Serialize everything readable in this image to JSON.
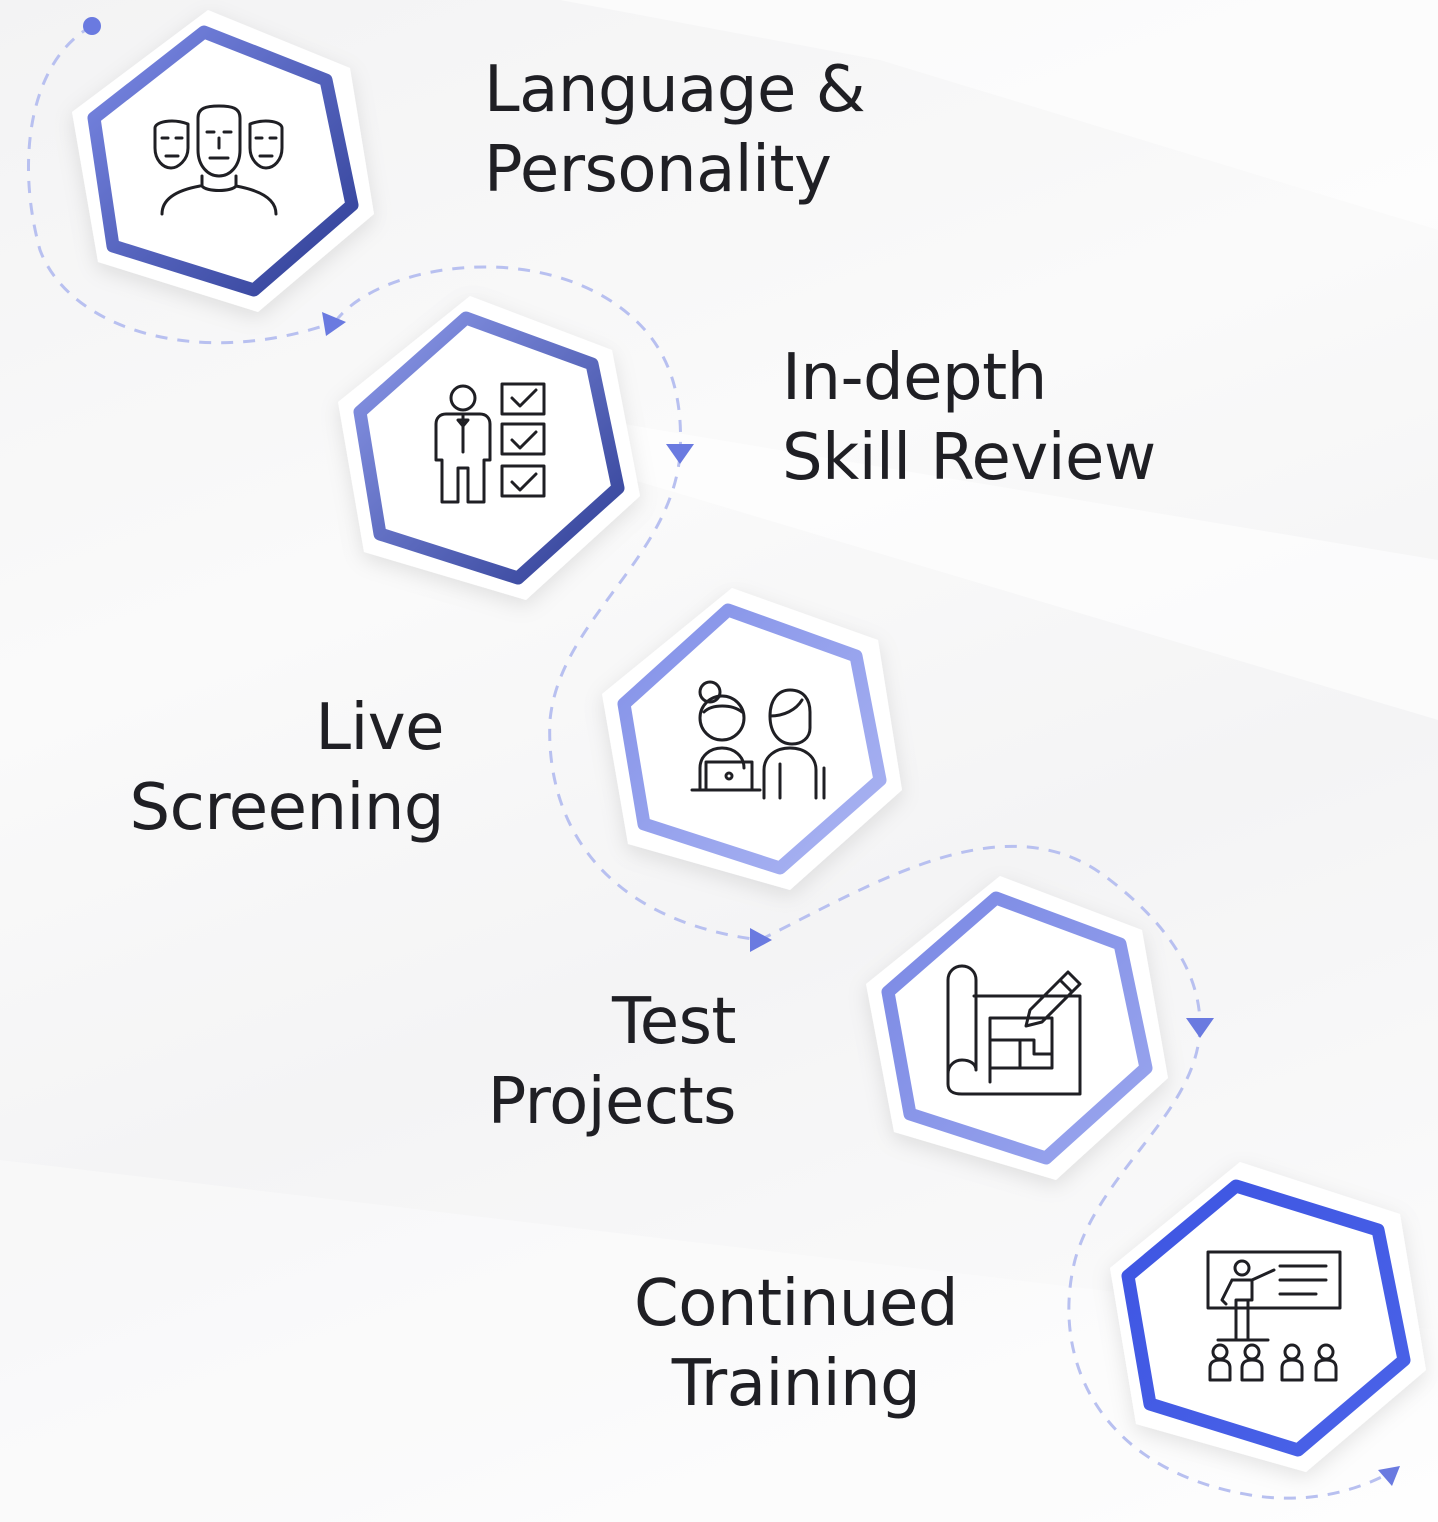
{
  "colors": {
    "hex_dark": "#2f3e95",
    "hex_mid": "#6f7fe0",
    "hex_light": "#9aa6ee",
    "hex_bright": "#3d57e6",
    "connector": "#b8c0f0",
    "arrow": "#6a7ae0",
    "text": "#1f1f24"
  },
  "steps": [
    {
      "line1": "Language &",
      "line2": "Personality",
      "icon": "faces-mask-icon"
    },
    {
      "line1": "In-depth",
      "line2": "Skill Review",
      "icon": "person-checklist-icon"
    },
    {
      "line1": "Live",
      "line2": "Screening",
      "icon": "video-interview-icon"
    },
    {
      "line1": "Test",
      "line2": "Projects",
      "icon": "blueprint-pencil-icon"
    },
    {
      "line1": "Continued",
      "line2": "Training",
      "icon": "teacher-presentation-icon"
    }
  ]
}
